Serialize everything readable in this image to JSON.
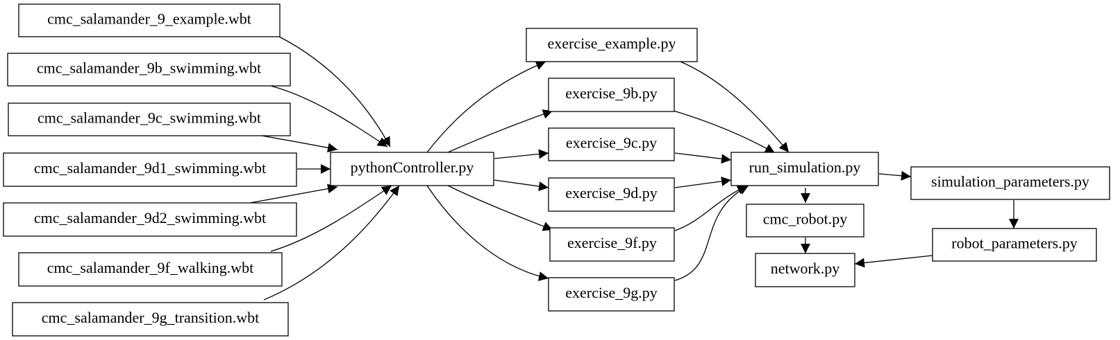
{
  "diagram": {
    "nodes": [
      {
        "id": "wbt_9_example",
        "label": "cmc_salamander_9_example.wbt"
      },
      {
        "id": "wbt_9b",
        "label": "cmc_salamander_9b_swimming.wbt"
      },
      {
        "id": "wbt_9c",
        "label": "cmc_salamander_9c_swimming.wbt"
      },
      {
        "id": "wbt_9d1",
        "label": "cmc_salamander_9d1_swimming.wbt"
      },
      {
        "id": "wbt_9d2",
        "label": "cmc_salamander_9d2_swimming.wbt"
      },
      {
        "id": "wbt_9f",
        "label": "cmc_salamander_9f_walking.wbt"
      },
      {
        "id": "wbt_9g",
        "label": "cmc_salamander_9g_transition.wbt"
      },
      {
        "id": "python_controller",
        "label": "pythonController.py"
      },
      {
        "id": "ex_example",
        "label": "exercise_example.py"
      },
      {
        "id": "ex_9b",
        "label": "exercise_9b.py"
      },
      {
        "id": "ex_9c",
        "label": "exercise_9c.py"
      },
      {
        "id": "ex_9d",
        "label": "exercise_9d.py"
      },
      {
        "id": "ex_9f",
        "label": "exercise_9f.py"
      },
      {
        "id": "ex_9g",
        "label": "exercise_9g.py"
      },
      {
        "id": "run_simulation",
        "label": "run_simulation.py"
      },
      {
        "id": "cmc_robot",
        "label": "cmc_robot.py"
      },
      {
        "id": "network",
        "label": "network.py"
      },
      {
        "id": "simulation_parameters",
        "label": "simulation_parameters.py"
      },
      {
        "id": "robot_parameters",
        "label": "robot_parameters.py"
      }
    ],
    "edges": [
      {
        "from": "wbt_9_example",
        "to": "python_controller"
      },
      {
        "from": "wbt_9b",
        "to": "python_controller"
      },
      {
        "from": "wbt_9c",
        "to": "python_controller"
      },
      {
        "from": "wbt_9d1",
        "to": "python_controller"
      },
      {
        "from": "wbt_9d2",
        "to": "python_controller"
      },
      {
        "from": "wbt_9f",
        "to": "python_controller"
      },
      {
        "from": "wbt_9g",
        "to": "python_controller"
      },
      {
        "from": "python_controller",
        "to": "ex_example"
      },
      {
        "from": "python_controller",
        "to": "ex_9b"
      },
      {
        "from": "python_controller",
        "to": "ex_9c"
      },
      {
        "from": "python_controller",
        "to": "ex_9d"
      },
      {
        "from": "python_controller",
        "to": "ex_9f"
      },
      {
        "from": "python_controller",
        "to": "ex_9g"
      },
      {
        "from": "ex_example",
        "to": "run_simulation"
      },
      {
        "from": "ex_9b",
        "to": "run_simulation"
      },
      {
        "from": "ex_9c",
        "to": "run_simulation"
      },
      {
        "from": "ex_9d",
        "to": "run_simulation"
      },
      {
        "from": "ex_9f",
        "to": "run_simulation"
      },
      {
        "from": "ex_9g",
        "to": "run_simulation"
      },
      {
        "from": "run_simulation",
        "to": "simulation_parameters"
      },
      {
        "from": "run_simulation",
        "to": "cmc_robot"
      },
      {
        "from": "cmc_robot",
        "to": "network"
      },
      {
        "from": "simulation_parameters",
        "to": "robot_parameters"
      },
      {
        "from": "robot_parameters",
        "to": "network"
      }
    ]
  }
}
